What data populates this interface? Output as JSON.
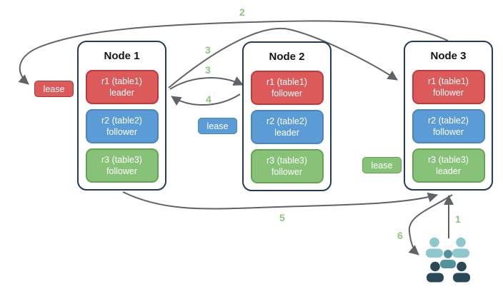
{
  "nodes": [
    {
      "title": "Node 1",
      "replicas": [
        {
          "name": "r1 (table1)",
          "role": "leader",
          "color": "#DC5A5A"
        },
        {
          "name": "r2 (table2)",
          "role": "follower",
          "color": "#5C9CD6"
        },
        {
          "name": "r3 (table3)",
          "role": "follower",
          "color": "#88C178"
        }
      ]
    },
    {
      "title": "Node 2",
      "replicas": [
        {
          "name": "r1 (table1)",
          "role": "follower",
          "color": "#DC5A5A"
        },
        {
          "name": "r2 (table2)",
          "role": "leader",
          "color": "#5C9CD6"
        },
        {
          "name": "r3 (table3)",
          "role": "follower",
          "color": "#88C178"
        }
      ]
    },
    {
      "title": "Node 3",
      "replicas": [
        {
          "name": "r1 (table1)",
          "role": "follower",
          "color": "#DC5A5A"
        },
        {
          "name": "r2 (table2)",
          "role": "follower",
          "color": "#5C9CD6"
        },
        {
          "name": "r3 (table3)",
          "role": "leader",
          "color": "#88C178"
        }
      ]
    }
  ],
  "leases": [
    {
      "label": "lease",
      "color": "#DC5A5A",
      "attached_to": "Node 1 r1 leader"
    },
    {
      "label": "lease",
      "color": "#5C9CD6",
      "attached_to": "Node 2 r2 leader"
    },
    {
      "label": "lease",
      "color": "#88C178",
      "attached_to": "Node 3 r3 leader"
    }
  ],
  "steps": {
    "s1": "1",
    "s2": "2",
    "s3a": "3",
    "s3b": "3",
    "s4": "4",
    "s5": "5",
    "s6": "6"
  },
  "icons": {
    "users": "users-group-icon"
  },
  "colors": {
    "arrow": "#5F6368",
    "step_label": "#8CC87A",
    "node_border": "#24395E",
    "red": "#DC5A5A",
    "blue": "#5C9CD6",
    "green": "#88C178",
    "users_light": "#8EC8CC",
    "users_medium": "#54919B",
    "users_dark": "#2A4857"
  }
}
